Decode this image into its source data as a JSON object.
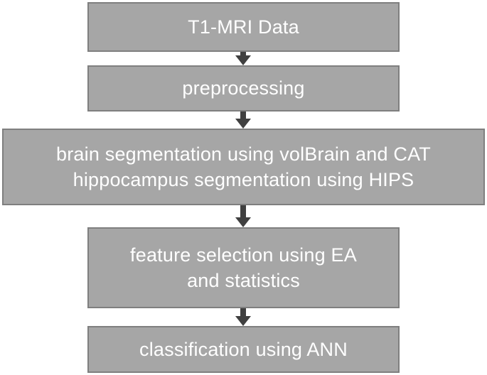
{
  "diagram": {
    "colors": {
      "box_fill": "#a6a6a6",
      "box_border": "#7f7f7f",
      "text": "#ffffff",
      "arrow": "#404040"
    },
    "nodes": [
      {
        "id": "t1-mri-data",
        "lines": [
          "T1-MRI Data"
        ]
      },
      {
        "id": "preprocessing",
        "lines": [
          "preprocessing"
        ]
      },
      {
        "id": "segmentation",
        "lines": [
          "brain segmentation using volBrain and CAT",
          "hippocampus segmentation using HIPS"
        ]
      },
      {
        "id": "feature-selection",
        "lines": [
          "feature selection using EA",
          "and statistics"
        ]
      },
      {
        "id": "classification",
        "lines": [
          "classification using ANN"
        ]
      }
    ],
    "edges": [
      {
        "from": "t1-mri-data",
        "to": "preprocessing"
      },
      {
        "from": "preprocessing",
        "to": "segmentation"
      },
      {
        "from": "segmentation",
        "to": "feature-selection"
      },
      {
        "from": "feature-selection",
        "to": "classification"
      }
    ]
  }
}
